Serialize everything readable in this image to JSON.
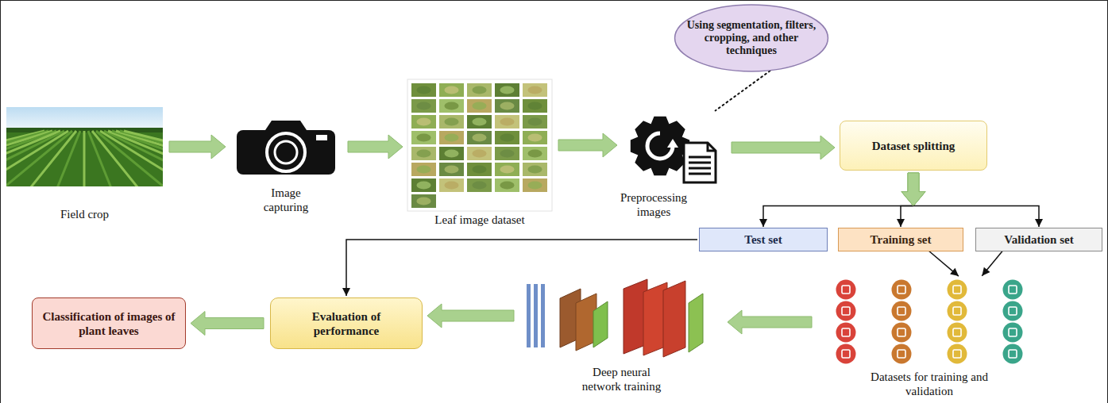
{
  "diagram": {
    "nodes": [
      {
        "text": [
          "Field crop"
        ]
      },
      {
        "text": [
          "Image capturing"
        ]
      },
      {
        "text": [
          "Leaf image dataset"
        ]
      },
      {
        "text": [
          "Using segmentation, filters, cropping, and other techniques"
        ]
      },
      {
        "text": [
          "Preprocessing images"
        ]
      },
      {
        "text": [
          "Dataset splitting"
        ]
      },
      {
        "text": [
          "Test set"
        ]
      },
      {
        "text": [
          "Training set"
        ]
      },
      {
        "text": [
          "Validation set"
        ]
      },
      {
        "text": [
          "Datasets for training and validation"
        ]
      },
      {
        "text": [
          "Deep neural network training"
        ]
      },
      {
        "text": [
          "Evaluation of performance"
        ]
      },
      {
        "text": [
          "Classification of images of plant leaves"
        ]
      }
    ],
    "edges": [
      {
        "from": 0,
        "to": 1,
        "arrow": "to"
      },
      {
        "from": 1,
        "to": 2,
        "arrow": "to"
      },
      {
        "from": 2,
        "to": 4,
        "arrow": "to"
      },
      {
        "from": 3,
        "to": 4,
        "arrow": "none"
      },
      {
        "from": 4,
        "to": 5,
        "arrow": "to"
      },
      {
        "from": 5,
        "to": 6,
        "arrow": "to"
      },
      {
        "from": 5,
        "to": 7,
        "arrow": "to"
      },
      {
        "from": 5,
        "to": 8,
        "arrow": "to"
      },
      {
        "from": 7,
        "to": 9,
        "arrow": "to"
      },
      {
        "from": 8,
        "to": 9,
        "arrow": "to"
      },
      {
        "from": 9,
        "to": 10,
        "arrow": "to"
      },
      {
        "from": 10,
        "to": 11,
        "arrow": "to"
      },
      {
        "from": 6,
        "to": 11,
        "arrow": "to"
      },
      {
        "from": 11,
        "to": 12,
        "arrow": "to"
      }
    ]
  }
}
